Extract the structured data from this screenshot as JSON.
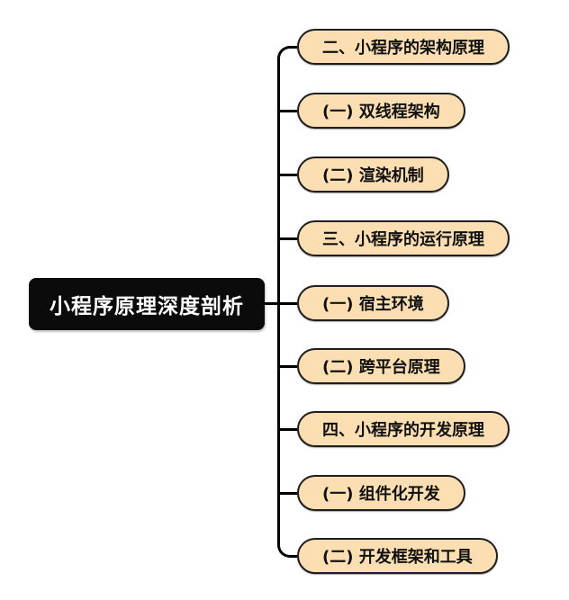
{
  "diagram": {
    "type": "mindmap",
    "title": "小程序原理深度剖析",
    "root": {
      "label": "小程序原理深度剖析"
    },
    "children": [
      {
        "label": "二、小程序的架构原理"
      },
      {
        "label": "(一) 双线程架构"
      },
      {
        "label": "(二) 渲染机制"
      },
      {
        "label": "三、小程序的运行原理"
      },
      {
        "label": "(一) 宿主环境"
      },
      {
        "label": "(二) 跨平台原理"
      },
      {
        "label": "四、小程序的开发原理"
      },
      {
        "label": "(一) 组件化开发"
      },
      {
        "label": "(二) 开发框架和工具"
      }
    ],
    "colors": {
      "background": "#ffffff",
      "root_fill": "#0b0b0b",
      "root_text": "#ffffff",
      "child_fill": "#fbdfb2",
      "child_border": "#1e1e1e",
      "child_text": "#101010",
      "connector": "#000000"
    }
  }
}
